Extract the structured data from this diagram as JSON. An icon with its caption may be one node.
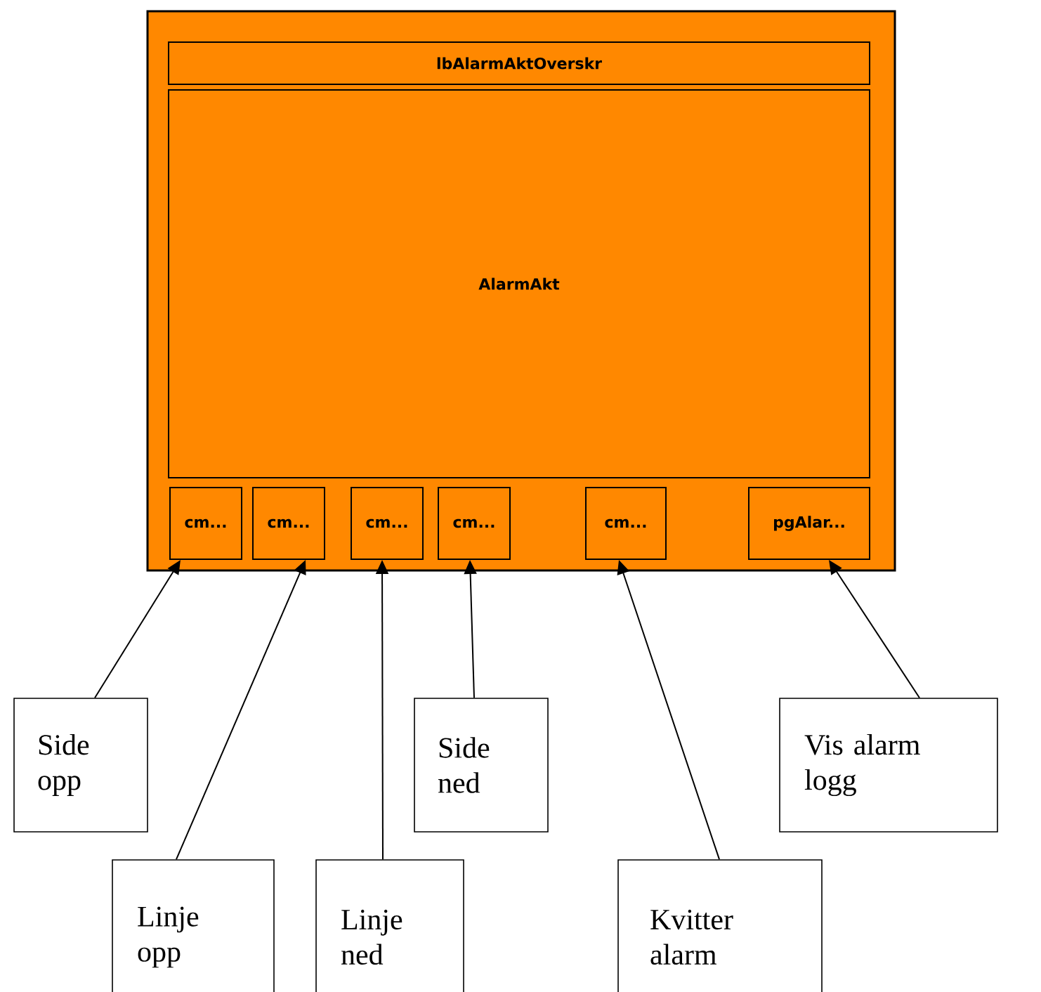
{
  "diagram": {
    "nodes": [
      {
        "text": [],
        "shape": "box"
      },
      {
        "text": [
          "lbAlarmAktOverskr"
        ],
        "in": 0
      },
      {
        "text": [
          "AlarmAkt"
        ],
        "in": 0
      },
      {
        "text": [
          "cm..."
        ],
        "in": 0
      },
      {
        "text": [
          "cm..."
        ],
        "in": 0
      },
      {
        "text": [
          "cm..."
        ],
        "in": 0
      },
      {
        "text": [
          "cm..."
        ],
        "in": 0
      },
      {
        "text": [
          "cm..."
        ],
        "in": 0
      },
      {
        "text": [
          "pgAlar..."
        ],
        "in": 0
      },
      {
        "text": [
          "Side opp"
        ]
      },
      {
        "text": [
          "Linje opp"
        ]
      },
      {
        "text": [
          "Linje ned"
        ]
      },
      {
        "text": [
          "Side ned"
        ]
      },
      {
        "text": [
          "Kvitter alarm"
        ]
      },
      {
        "text": [
          "Vis alarm logg"
        ]
      }
    ],
    "edges": [
      {
        "from": 9,
        "to": 3,
        "arrow": "to"
      },
      {
        "from": 10,
        "to": 4,
        "arrow": "to"
      },
      {
        "from": 11,
        "to": 5,
        "arrow": "to"
      },
      {
        "from": 12,
        "to": 6,
        "arrow": "to"
      },
      {
        "from": 13,
        "to": 7,
        "arrow": "to"
      },
      {
        "from": 14,
        "to": 8,
        "arrow": "to"
      }
    ]
  }
}
